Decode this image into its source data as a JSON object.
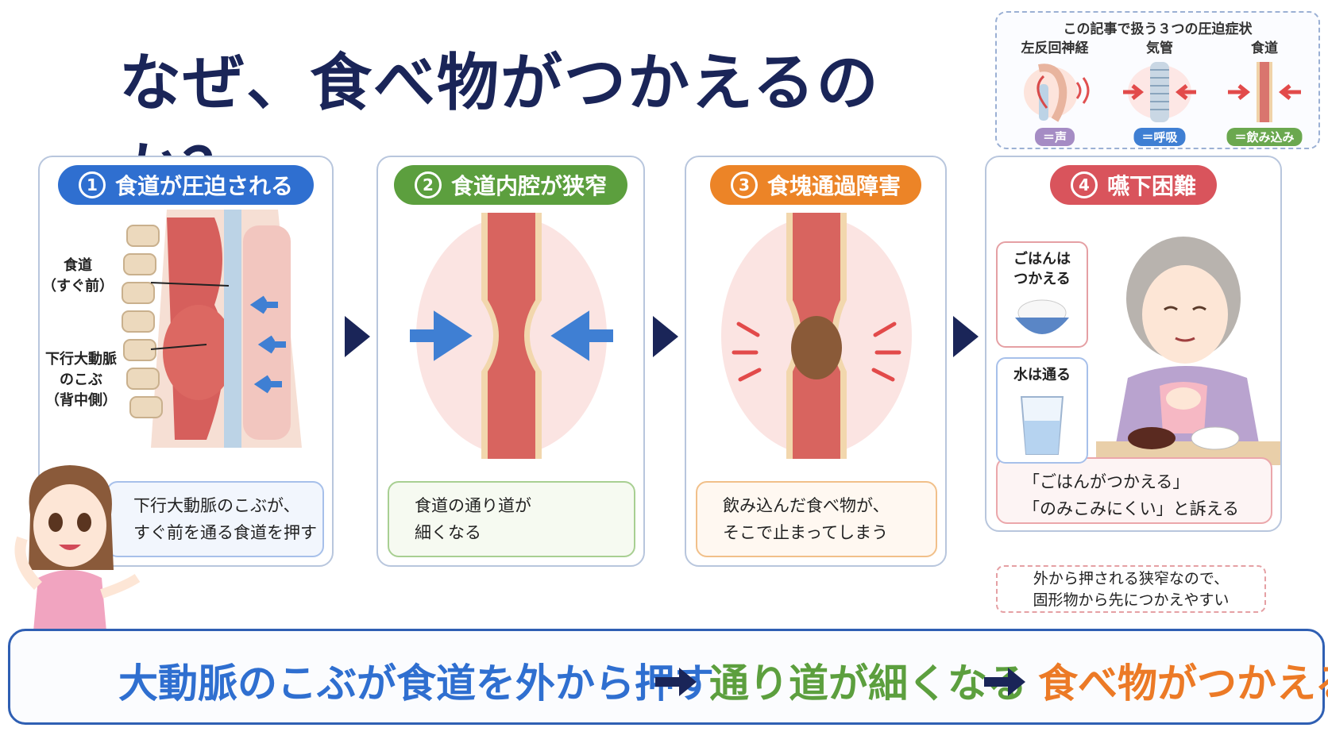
{
  "title": "なぜ、食べ物がつかえるのか？",
  "inset": {
    "title": "この記事で扱う３つの圧迫症状",
    "items": [
      {
        "label": "左反回神経",
        "tag": "＝声",
        "color": "#a58cc4"
      },
      {
        "label": "気管",
        "tag": "＝呼吸",
        "color": "#3f7fd3"
      },
      {
        "label": "食道",
        "tag": "＝飲み込み",
        "color": "#6ba84f"
      }
    ]
  },
  "steps": [
    {
      "number": "1",
      "title": "食道が圧迫される",
      "caption_line1": "下行大動脈のこぶが、",
      "caption_line2": "すぐ前を通る食道を押す",
      "color": "#2f6fd0",
      "caption_bg": "#f2f6fd",
      "caption_border": "#a7c0ea"
    },
    {
      "number": "2",
      "title": "食道内腔が狭窄",
      "caption_line1": "食道の通り道が",
      "caption_line2": "細くなる",
      "color": "#5c9f3e",
      "caption_bg": "#f6faf1",
      "caption_border": "#a8cf92"
    },
    {
      "number": "3",
      "title": "食塊通過障害",
      "caption_line1": "飲み込んだ食べ物が、",
      "caption_line2": "そこで止まってしまう",
      "color": "#ec8427",
      "caption_bg": "#fff8f1",
      "caption_border": "#f1c08a"
    },
    {
      "number": "4",
      "title": "嚥下困難",
      "caption_line1": "「ごはんがつかえる」",
      "caption_line2": "「のみこみにくい」と訴える",
      "color": "#d9545c",
      "caption_bg": "#fdf4f4",
      "caption_border": "#eba7ab"
    }
  ],
  "anatomy_labels": {
    "esophagus_line1": "食道",
    "esophagus_line2": "（すぐ前）",
    "aneurysm_line1": "下行大動脈",
    "aneurysm_line2": "のこぶ",
    "aneurysm_line3": "（背中側）"
  },
  "food": {
    "rice_line1": "ごはんは",
    "rice_line2": "つかえる",
    "water": "水は通る"
  },
  "note": {
    "line1": "外から押される狭窄なので、",
    "line2": "固形物から先につかえやすい"
  },
  "banner": {
    "part1": "大動脈のこぶが食道を外から押す",
    "part2": "通り道が細くなる",
    "part3": "食べ物がつかえる",
    "color1": "#2f6fd0",
    "color2": "#5c9f3e",
    "color3": "#ec7a26"
  }
}
